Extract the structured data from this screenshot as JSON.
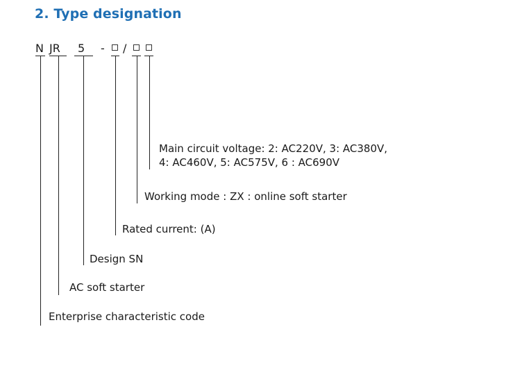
{
  "heading": "2. Type designation",
  "code": {
    "n": "N",
    "jr": "JR",
    "five": "5",
    "dash": "-",
    "slash": "/"
  },
  "descriptions": {
    "voltage_line1": "Main circuit voltage: 2: AC220V, 3: AC380V,",
    "voltage_line2": "4: AC460V, 5: AC575V, 6 : AC690V",
    "working_mode": "Working mode : ZX : online soft starter",
    "rated_current": "Rated current: (A)",
    "design_sn": "Design SN",
    "ac_soft_starter": "AC soft starter",
    "enterprise_code": "Enterprise characteristic code"
  }
}
